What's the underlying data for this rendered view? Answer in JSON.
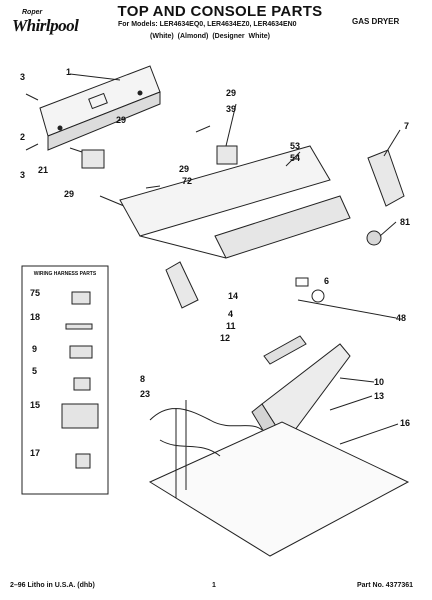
{
  "header": {
    "brand_sup": "Roper",
    "brand": "Whirlpool",
    "title": "TOP AND CONSOLE PARTS",
    "models": "For Models: LER4634EQ0, LER4634EZ0, LER4634EN0",
    "colors": "(White)  (Almond)  (Designer White)",
    "product": "GAS DRYER"
  },
  "legend": {
    "title": "WIRING HARNESS PARTS"
  },
  "callouts": {
    "c1": "1",
    "c3a": "3",
    "c3b": "3",
    "c2": "2",
    "c29a": "29",
    "c29b": "29",
    "c29c": "29",
    "c29d": "29",
    "c39": "39",
    "c21": "21",
    "c72": "72",
    "c53": "53",
    "c54": "54",
    "c7": "7",
    "c81": "81",
    "c6": "6",
    "c14": "14",
    "c4": "4",
    "c48": "48",
    "c11": "11",
    "c12": "12",
    "c10": "10",
    "c13": "13",
    "c8": "8",
    "c23": "23",
    "c16": "16",
    "l75": "75",
    "l18": "18",
    "l9": "9",
    "l5": "5",
    "l15": "15",
    "l17": "17"
  },
  "footer": {
    "left": "2–96 Litho in U.S.A. (dhb)",
    "page": "1",
    "part": "Part No. 4377361"
  }
}
